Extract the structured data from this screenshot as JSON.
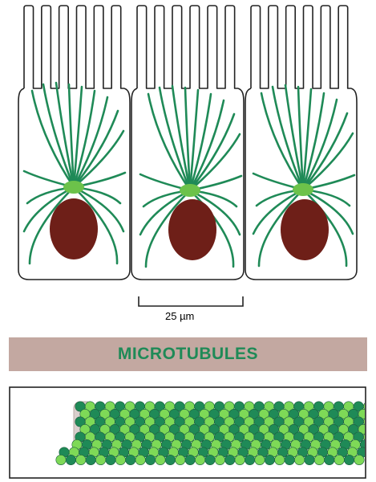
{
  "figure": {
    "scale_bar_label": "25 µm",
    "banner_title": "MICROTUBULES",
    "cell_count": 3,
    "colors": {
      "microtubule": "#1f8a57",
      "centrosome": "#6cc24a",
      "nucleus": "#6e1f18",
      "banner": "#c3a8a1",
      "tubulin_dark": "#1f8a57",
      "tubulin_light": "#7ed957",
      "outline": "#222222"
    }
  }
}
